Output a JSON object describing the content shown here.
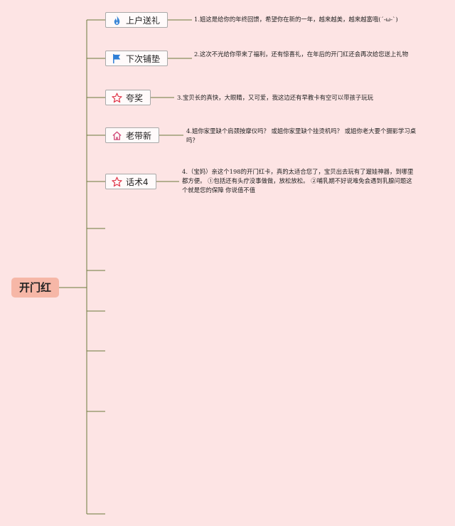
{
  "root": {
    "label": "开门红"
  },
  "branches": [
    {
      "label": "上户送礼",
      "icon": "flame-icon",
      "note": "1.姐这是给你的年终回馈，希望你在新的一年，越来越美，越来越富哦(´-ω-`)"
    },
    {
      "label": "下次铺垫",
      "icon": "flag-icon",
      "note": "2.这次不光给你带来了福利，还有惊喜礼，在年后的开门红还会再次给您送上礼物"
    },
    {
      "label": "夸奖",
      "icon": "star-icon",
      "note": "3.宝贝长的真快，大眼睛，又可爱，我这边还有早教卡有空可以带孩子玩玩"
    },
    {
      "label": "老带新",
      "icon": "home-icon",
      "note": "4.姐你家里缺个肩颈按摩仪吗？ 或姐你家里缺个挂烫机吗？ 或姐你老大要个摄影学习桌吗？"
    },
    {
      "label": "话术4",
      "icon": "star-icon",
      "note": "4.（宝妈）亲这个198的开门红卡，真的太适合您了，宝贝出去玩有了遛娃神器，到哪里都方便。 ①包括还有头疗没事做做，放松放松。 ②哺乳期不好说难免会遇到乳腺问题这个就是您的保障 你说值不值"
    }
  ],
  "colors": {
    "background": "#fde4e4",
    "root_fill": "#f6b7a7",
    "connector": "#6b7a3b",
    "topic_border": "#a9a9a9",
    "flame": "#3a86d6",
    "flag": "#2f7fd6",
    "star": "#e0384b",
    "home": "#d04a78"
  }
}
